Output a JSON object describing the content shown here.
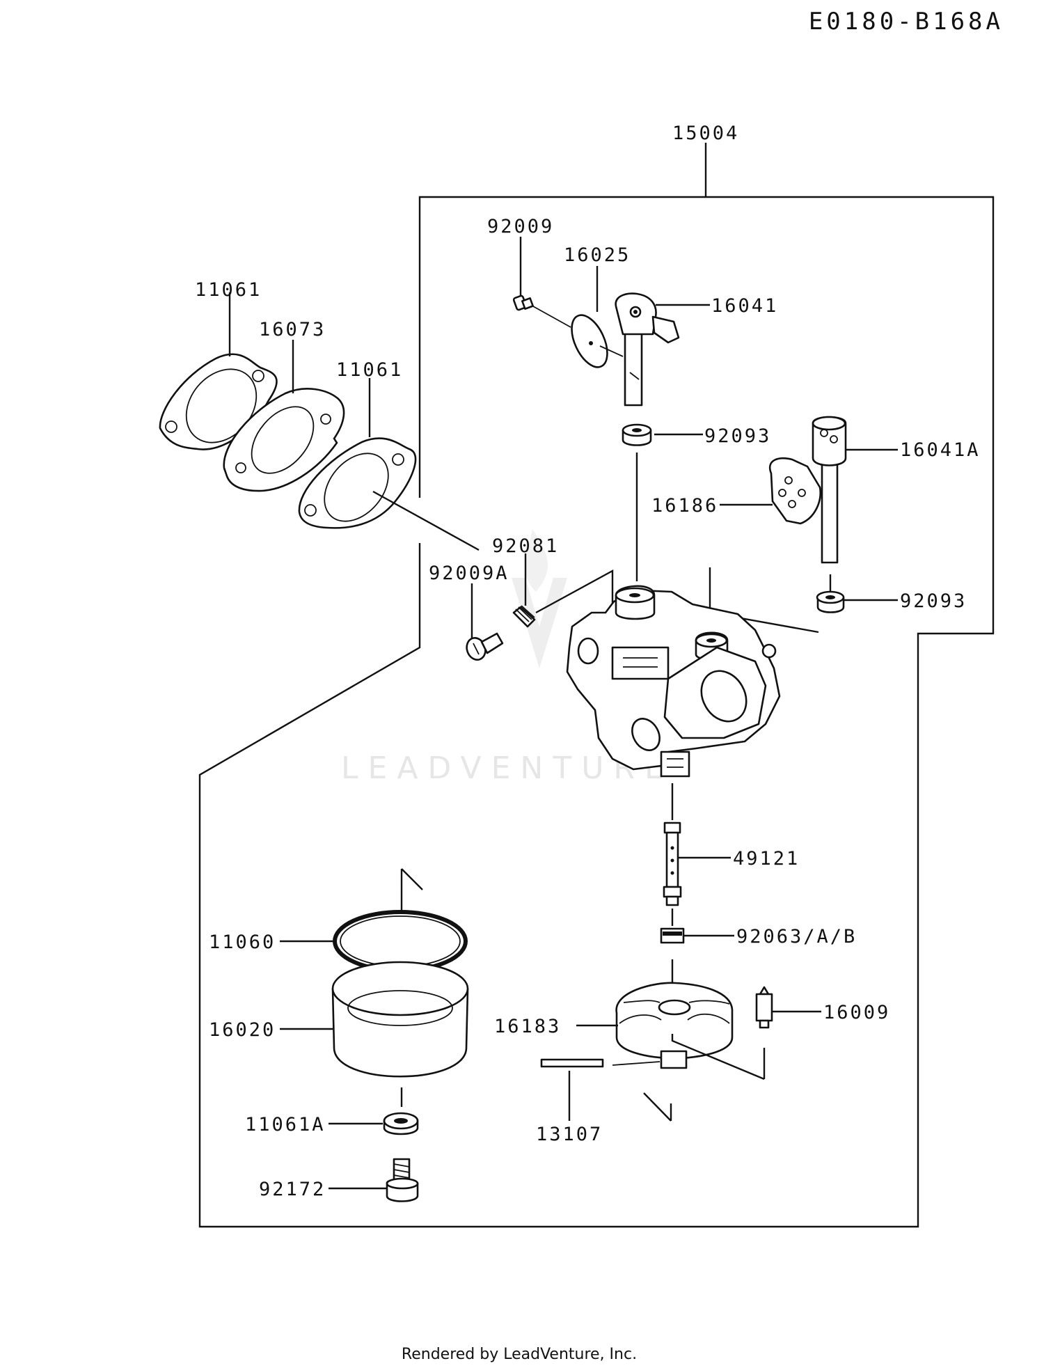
{
  "diagram": {
    "code": "E0180-B168A",
    "footer": "Rendered by LeadVenture, Inc.",
    "watermark": "LEADVENTURE",
    "labels": {
      "p15004": "15004",
      "p92009": "92009",
      "p16025": "16025",
      "p16041": "16041",
      "p11061_top": "11061",
      "p16073": "16073",
      "p11061_mid": "11061",
      "p92093_top": "92093",
      "p16041A": "16041A",
      "p16186": "16186",
      "p92081": "92081",
      "p92009A": "92009A",
      "p92093_bot": "92093",
      "p49121": "49121",
      "p11060": "11060",
      "p92063": "92063/A/B",
      "p16020": "16020",
      "p16183": "16183",
      "p16009": "16009",
      "p13107": "13107",
      "p11061A": "11061A",
      "p92172": "92172"
    }
  }
}
